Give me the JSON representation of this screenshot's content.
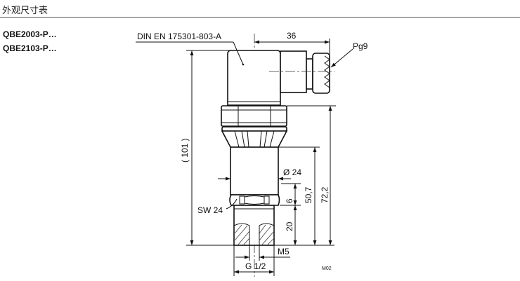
{
  "header": {
    "title": "外观尺寸表"
  },
  "models": [
    "QBE2003-P…",
    "QBE2103-P…"
  ],
  "drawing": {
    "connector_label": "DIN EN 175301-803-A",
    "dim_connector_width": "36",
    "cable_gland": "Pg9",
    "dim_total_height": "( 101 )",
    "dim_diameter": "Ø 24",
    "dim_hex_height": "6",
    "dim_thread_length": "20",
    "dim_body_height": "50,7",
    "dim_height_to_nut": "72,2",
    "wrench_size": "SW 24",
    "inner_thread": "M5",
    "outer_thread": "G 1/2",
    "figure_id": "M02"
  }
}
